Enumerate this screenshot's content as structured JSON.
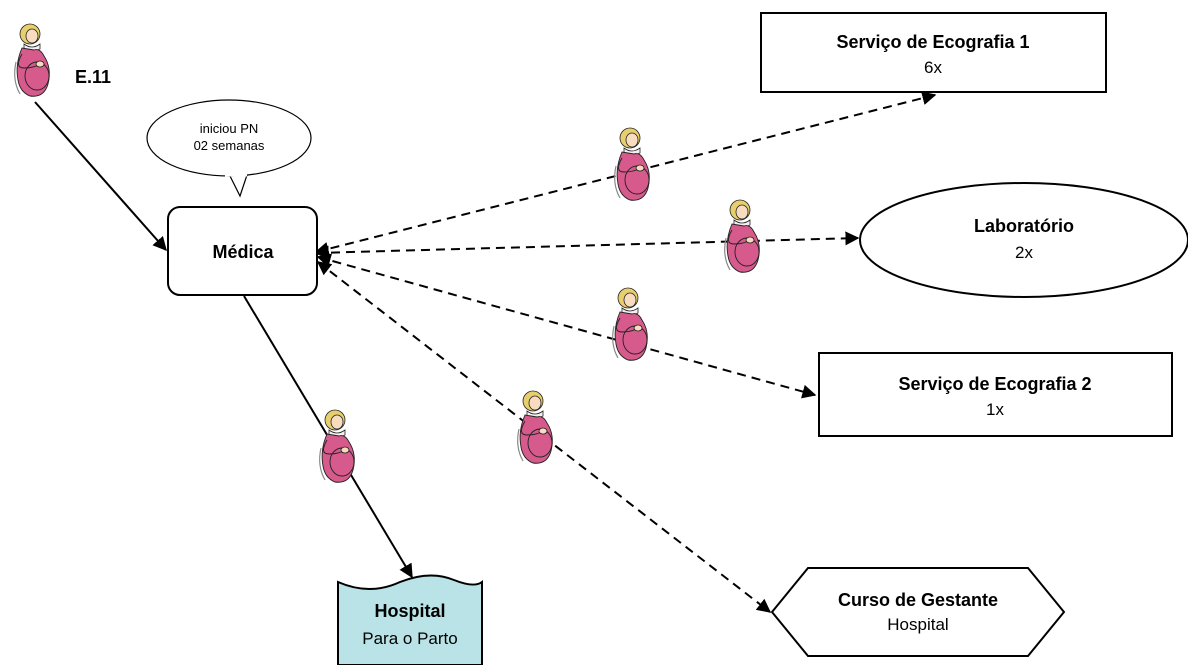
{
  "patient": {
    "label": "E.11"
  },
  "callout": {
    "line1": "iniciou PN",
    "line2": "02 semanas"
  },
  "doctor": {
    "label": "Médica"
  },
  "eco1": {
    "title": "Serviço de Ecografia 1",
    "count": "6x"
  },
  "lab": {
    "title": "Laboratório",
    "count": "2x"
  },
  "eco2": {
    "title": "Serviço de Ecografia 2",
    "count": "1x"
  },
  "course": {
    "title": "Curso de Gestante",
    "place": "Hospital"
  },
  "hospital": {
    "title": "Hospital",
    "subtitle": "Para o Parto",
    "fill": "#b9e3e6"
  },
  "figure_colors": {
    "dress": "#d65a8c",
    "skin": "#f7dcc0",
    "hair": "#e8cf6e",
    "outline": "#222222"
  }
}
